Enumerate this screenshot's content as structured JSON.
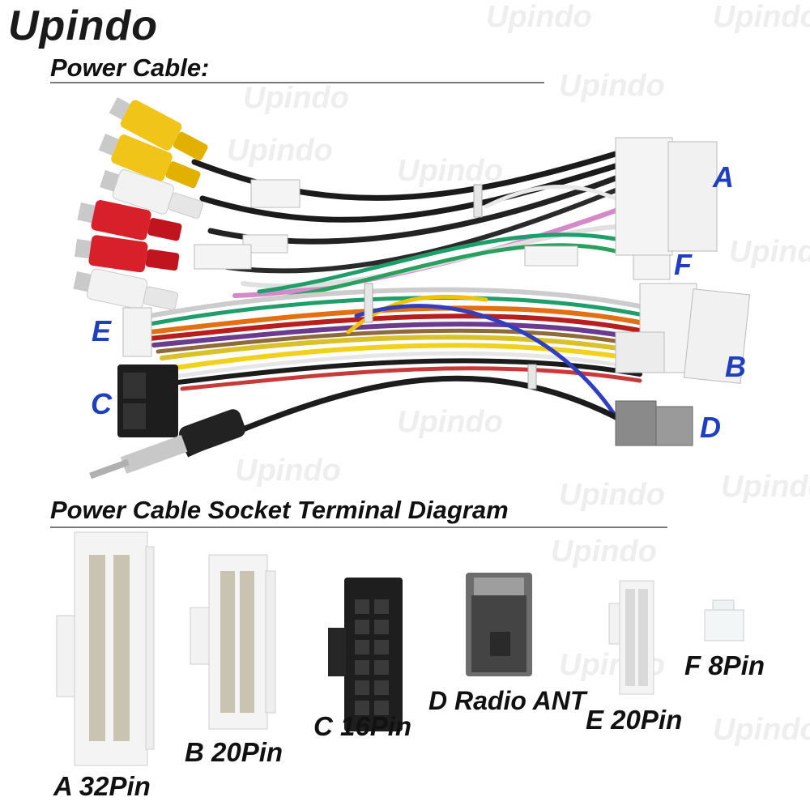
{
  "brand": "Upindo",
  "watermark": "Upindo",
  "colors": {
    "label_blue": "#1f3fbf",
    "text": "#111111",
    "rule": "#7a7a7a"
  },
  "sections": {
    "cable_title": "Power Cable:",
    "diagram_title": "Power Cable Socket Terminal Diagram"
  },
  "cable_labels": {
    "a": "A",
    "b": "B",
    "c": "C",
    "d": "D",
    "e": "E",
    "f": "F"
  },
  "connectors": [
    {
      "id": "a",
      "caption": "A 32Pin"
    },
    {
      "id": "b",
      "caption": "B 20Pin"
    },
    {
      "id": "c",
      "caption": "C 16Pin"
    },
    {
      "id": "d",
      "caption": "D Radio ANT"
    },
    {
      "id": "e",
      "caption": "E 20Pin"
    },
    {
      "id": "f",
      "caption": "F 8Pin"
    }
  ]
}
